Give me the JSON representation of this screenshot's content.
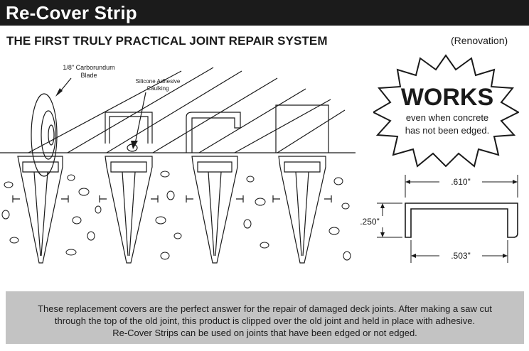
{
  "header": {
    "title": "Re-Cover Strip"
  },
  "subtitle": "THE FIRST TRULY PRACTICAL JOINT REPAIR SYSTEM",
  "category_tag": "(Renovation)",
  "illustration": {
    "blade_label_line1": "1/8\" Carborundum",
    "blade_label_line2": "Blade",
    "caulk_label_line1": "Silicone Adhesive",
    "caulk_label_line2": "Caulking"
  },
  "badge": {
    "headline": "WORKS",
    "line1": "even when concrete",
    "line2": "has not been edged."
  },
  "dimensions": {
    "width_top": ".610\"",
    "height": ".250\"",
    "width_bottom": ".503\""
  },
  "caption": {
    "line1": "These replacement covers are the perfect answer for the repair of damaged deck joints. After making a saw cut",
    "line2": "through the top of the old joint, this product is clipped over the old joint and held in place with adhesive.",
    "line3": "Re-Cover Strips can be used on joints that have been edged or not edged."
  }
}
